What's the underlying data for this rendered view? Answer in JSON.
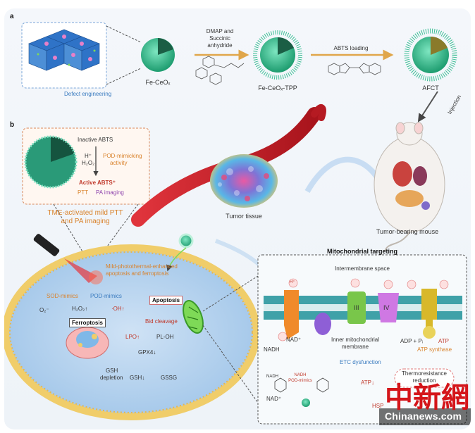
{
  "panel_a": {
    "label": "a",
    "defect": "Defect engineering",
    "fe_ceox": "Fe-CeOₓ",
    "arrow1_line1": "DMAP and",
    "arrow1_line2": "Succinic",
    "arrow1_line3": "anhydride",
    "fe_ceox_tpp": "Fe-CeOₓ-TPP",
    "arrow2": "ABTS loading",
    "afct": "AFCT"
  },
  "panel_b": {
    "label": "b",
    "inactive_abts": "Inactive ABTS",
    "h_plus": "H⁺",
    "h2o2": "H₂O₂",
    "pod1": "POD-mimicking",
    "pod2": "activity",
    "active_abts": "Active ABTS⁺",
    "ptt": "PTT",
    "pa_imaging": "PA imaging",
    "tme1": "TME-activated mild PTT",
    "tme2": "and PA imaging",
    "tumor_tissue": "Tumor tissue",
    "tumor_mouse": "Tumor-bearing mouse",
    "injection": "Injection",
    "mild1": "Mild-photothermal-enhanced",
    "mild2": "apoptosis and ferroptosis",
    "sod": "SOD-mimics",
    "pod": "POD-mimics",
    "o2": "O₂⁻",
    "h2o2_up": "H₂O₂↑",
    "oh_up": "·OH↑",
    "apoptosis": "Apoptosis",
    "bid": "Bid cleavage",
    "ferroptosis": "Ferroptosis",
    "lpo": "LPO↑",
    "ploh": "PL-OH",
    "gpx4": "GPX4↓",
    "gsh_dep1": "GSH",
    "gsh_dep2": "depletion",
    "gsh_down": "GSH↓",
    "gssg": "GSSG",
    "mito_title": "Mitochondrial targeting",
    "intermembrane": "Intermembrane space",
    "h_ion": "H⁺",
    "complex3": "III",
    "complex4": "IV",
    "nadh": "NADH",
    "nad_plus": "NAD⁺",
    "inner1": "Inner mitochondrial",
    "inner2": "membrane",
    "adp": "ADP + Pᵢ",
    "atp": "ATP",
    "atp_synthase": "ATP synthase",
    "etc": "ETC dysfunction",
    "atp_down": "ATP↓",
    "thermo1": "Thermoresistance",
    "thermo2": "reduction",
    "hsp": "HSP",
    "nadh2": "NADH",
    "nad_plus2": "NAD⁺",
    "nadh_pod1": "NADH",
    "nadh_pod2": "POD-mimics"
  },
  "watermark": {
    "chars": "中新網",
    "url": "Chinanews.com"
  },
  "colors": {
    "nanoparticle": "#2fbf8f",
    "membrane": "#3fa1a8",
    "vessel": "#c8202a",
    "cell_fill": "#bcd7ef",
    "cell_border": "#f1d07a",
    "orange_text": "#d9822b",
    "watermark_red": "#d4151a"
  }
}
